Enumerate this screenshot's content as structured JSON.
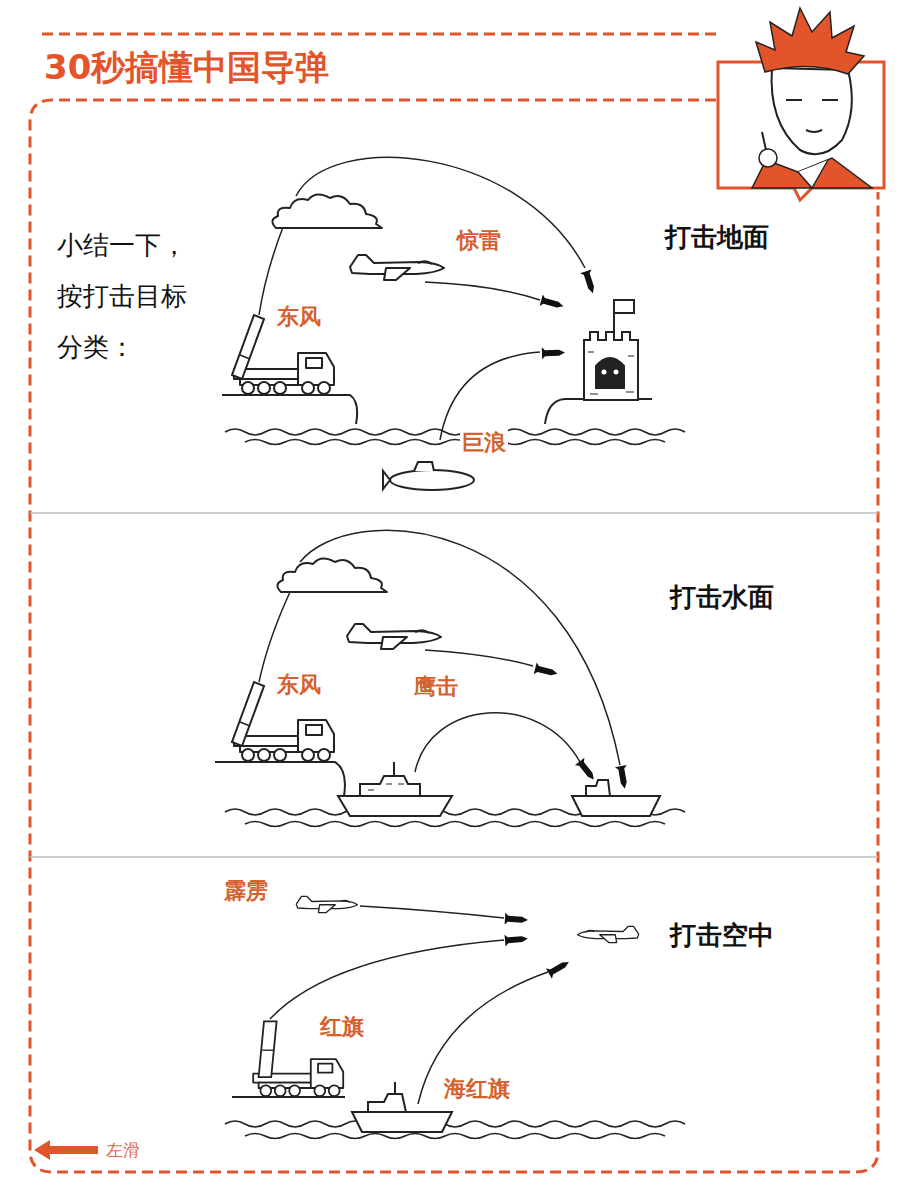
{
  "diagram": {
    "title": "30秒搞懂中国导弹",
    "nodes": [
      {
        "text": [
          "打击地面"
        ]
      },
      {
        "text": [
          "打击水面"
        ]
      },
      {
        "text": [
          "打击空中"
        ]
      }
    ],
    "labels": [
      "小结一下，按打击目标分类：",
      "惊雷",
      "东风",
      "巨浪",
      "东风",
      "鹰击",
      "霹雳",
      "红旗",
      "海红旗",
      "左滑"
    ]
  }
}
